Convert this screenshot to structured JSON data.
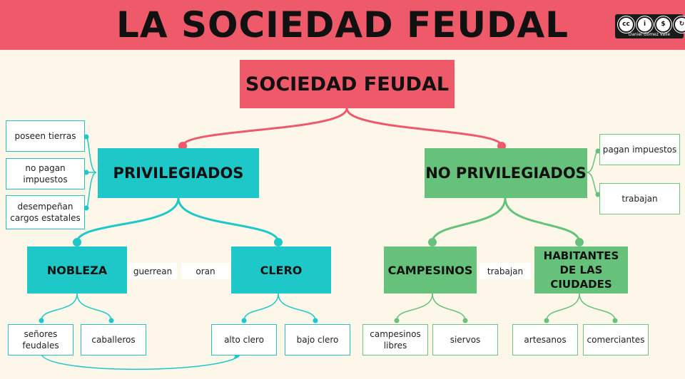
{
  "header": {
    "title": "LA SOCIEDAD FEUDAL",
    "license_author": "Daniel Gómez Valle"
  },
  "diagram": {
    "root": "SOCIEDAD FEUDAL",
    "privilegiados": {
      "label": "PRIVILEGIADOS",
      "traits": [
        "poseen tierras",
        "no pagan impuestos",
        "desempeñan cargos estatales"
      ],
      "nobleza": {
        "label": "NOBLEZA",
        "children": [
          "señores feudales",
          "caballeros"
        ]
      },
      "clero": {
        "label": "CLERO",
        "children": [
          "alto clero",
          "bajo clero"
        ]
      },
      "nobleza_role": "guerrean",
      "clero_role": "oran"
    },
    "no_privilegiados": {
      "label": "NO PRIVILEGIADOS",
      "traits": [
        "pagan impuestos",
        "trabajan"
      ],
      "campesinos": {
        "label": "CAMPESINOS",
        "children": [
          "campesinos libres",
          "siervos"
        ]
      },
      "habitantes": {
        "label": "HABITANTES DE LAS CIUDADES",
        "children": [
          "artesanos",
          "comerciantes"
        ]
      },
      "campesinos_role": "trabajan"
    }
  },
  "colors": {
    "banner": "#ee5a6a",
    "teal": "#1ec8c8",
    "green": "#66c27a",
    "background": "#fdf7ea"
  }
}
